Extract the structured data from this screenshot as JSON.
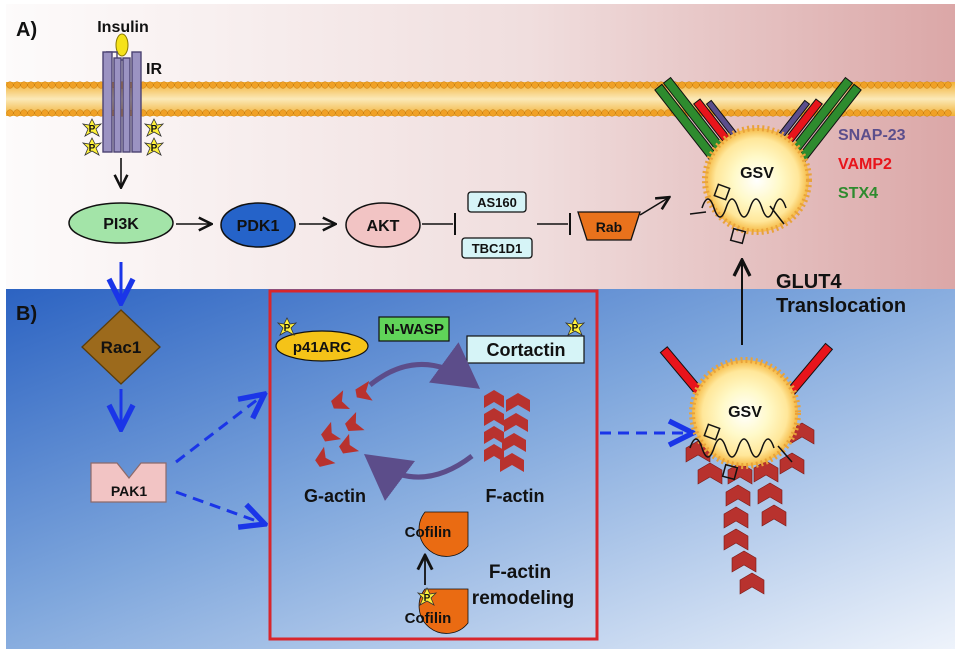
{
  "panel_a": {
    "label": "A)"
  },
  "panel_b": {
    "label": "B)"
  },
  "receptor": {
    "ligand": "Insulin",
    "name": "IR",
    "phospho": "P"
  },
  "pathway": {
    "pi3k": "PI3K",
    "pdk1": "PDK1",
    "akt": "AKT",
    "as160": "AS160",
    "tbc1d1": "TBC1D1",
    "rab": "Rab"
  },
  "gsv": {
    "label": "GSV",
    "snares": [
      {
        "name": "SNAP-23",
        "color": "#5b4e8c"
      },
      {
        "name": "VAMP2",
        "color": "#e8141b"
      },
      {
        "name": "STX4",
        "color": "#2e8b2e"
      }
    ]
  },
  "translocation": {
    "line1": "GLUT4",
    "line2": "Translocation"
  },
  "rac_pathway": {
    "rac1": "Rac1",
    "pak1": "PAK1"
  },
  "remodeling_box": {
    "p41arc": "p41ARC",
    "nwasp": "N-WASP",
    "cortactin": "Cortactin",
    "g_actin": "G-actin",
    "f_actin": "F-actin",
    "cofilin": "Cofilin",
    "cofilin_p": "Cofilin",
    "title_line1": "F-actin",
    "title_line2": "remodeling"
  },
  "colors": {
    "pi3k_fill": "#a3e4a8",
    "pdk1_fill": "#2563c9",
    "akt_fill": "#f2c4c4",
    "box_fill": "#d6f4f7",
    "rab_fill": "#e9721c",
    "rac1_fill": "#9c6a1c",
    "pak1_fill": "#f2c4c4",
    "frame_red": "#d8262c",
    "arrow_blue": "#1a35e8",
    "actin_red": "#b8322e",
    "cofilin_orange": "#ea6b12"
  }
}
